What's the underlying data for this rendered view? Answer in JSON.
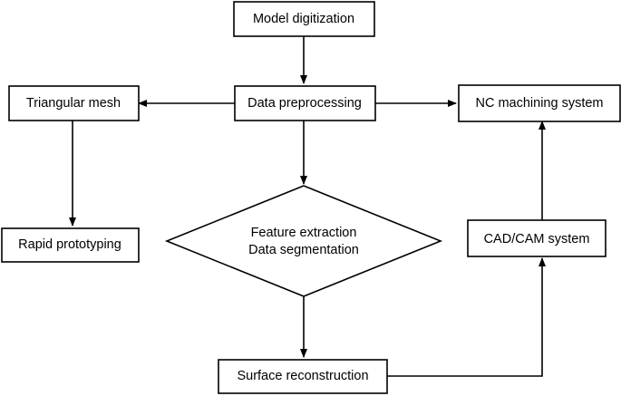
{
  "diagram": {
    "nodes": {
      "model_digitization": "Model digitization",
      "data_preprocessing": "Data preprocessing",
      "triangular_mesh": "Triangular mesh",
      "nc_machining": "NC machining system",
      "rapid_prototyping": "Rapid prototyping",
      "feature_extraction": "Feature extraction",
      "data_segmentation": "Data segmentation",
      "cad_cam": "CAD/CAM system",
      "surface_reconstruction": "Surface reconstruction"
    },
    "colors": {
      "stroke": "#000000",
      "fill": "#ffffff",
      "text": "#000000"
    }
  }
}
